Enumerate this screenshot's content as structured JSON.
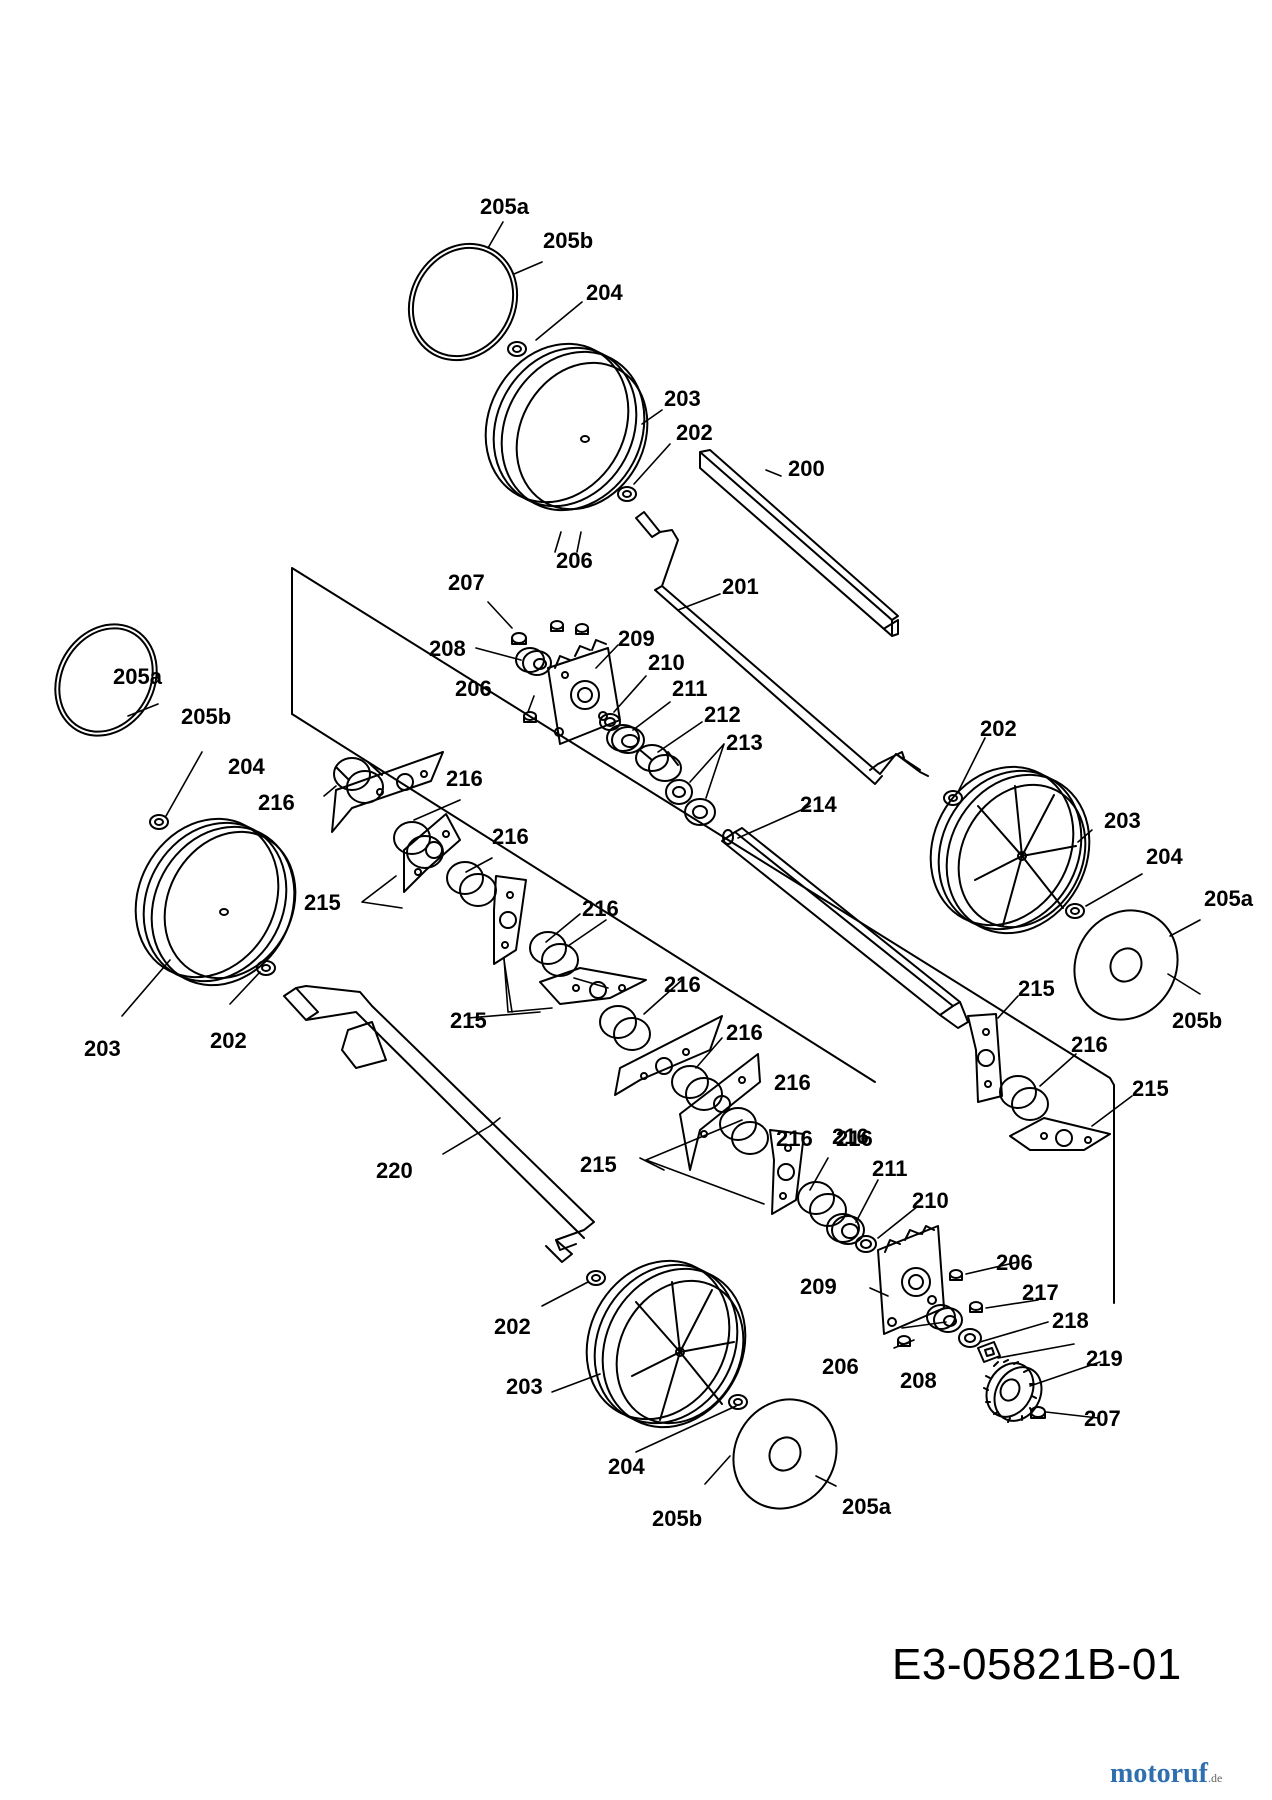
{
  "drawing_number": "E3-05821B-01",
  "watermark": {
    "name": "motoruf",
    "suffix": ".de"
  },
  "labels": [
    "205a",
    "205b",
    "204",
    "203",
    "202",
    "200",
    "201",
    "206",
    "207",
    "208",
    "209",
    "210",
    "211",
    "212",
    "213",
    "206",
    "205a",
    "205b",
    "204",
    "216",
    "216",
    "216",
    "215",
    "203",
    "202",
    "214",
    "202",
    "203",
    "204",
    "205a",
    "205b",
    "216",
    "215",
    "216",
    "216",
    "215",
    "216",
    "216",
    "216",
    "215",
    "215",
    "216",
    "216",
    "211",
    "210",
    "220",
    "202",
    "209",
    "206",
    "217",
    "218",
    "206",
    "208",
    "219",
    "207",
    "203",
    "204",
    "205b",
    "205a"
  ]
}
